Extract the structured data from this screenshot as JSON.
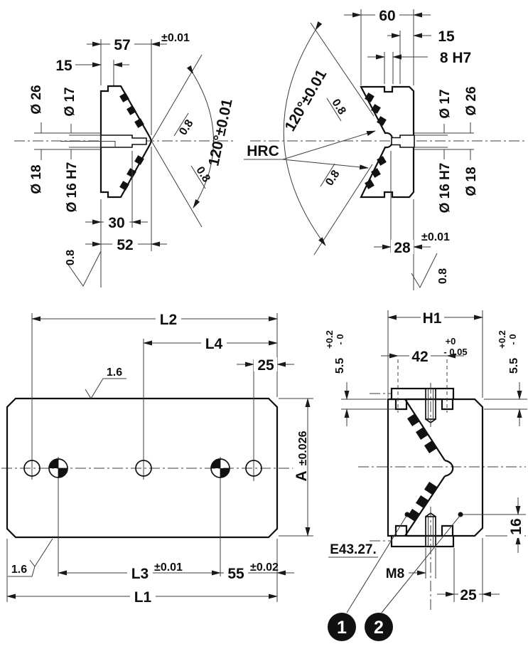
{
  "view_cone_section": {
    "dim_57": "57",
    "tol_57": "±0.01",
    "dim_15": "15",
    "dia_26": "Ø 26",
    "dia_17": "Ø 17",
    "dia_18": "Ø 18",
    "dia_16": "Ø 16 H7",
    "dim_30": "30",
    "dim_52": "52",
    "angle": "120°±0.01",
    "rough_upper": "0.8",
    "rough_lower": "0.8",
    "rough_face": "0.8"
  },
  "view_vee_section": {
    "dim_60": "60",
    "dim_15": "15",
    "dim_8": "8 H7",
    "dia_17": "Ø 17",
    "dia_26": "Ø 26",
    "dia_16": "Ø 16 H7",
    "dia_18": "Ø 18",
    "dim_28": "28",
    "tol_28": "±0.01",
    "angle": "120°±0.01",
    "hardness": "HRC",
    "rough_upper": "0.8",
    "rough_lower": "0.8",
    "rough_face": "0.8"
  },
  "view_plan": {
    "dim_L2": "L2",
    "dim_L4": "L4",
    "dim_25": "25",
    "rough_top": "1.6",
    "rough_bottom": "1.6",
    "dim_A": "A",
    "tol_A": "±0.026",
    "dim_L3": "L3",
    "tol_L3": "±0.01",
    "dim_55": "55",
    "tol_55": "±0.02",
    "dim_L1": "L1"
  },
  "view_side": {
    "dim_H1": "H1",
    "dim_42": "42",
    "tol_42_plus": "+0",
    "tol_42_minus": "- 0.05",
    "dim_55_left": "5.5",
    "tol_55_left_plus": "+0.2",
    "tol_55_left_minus": "- 0",
    "dim_55_right": "5.5",
    "tol_55_right_plus": "+0.2",
    "tol_55_right_minus": "- 0",
    "dim_16": "16",
    "dim_25": "25",
    "thread": "M8",
    "part_no": "E43.27.",
    "balloon_1": "1",
    "balloon_2": "2"
  }
}
